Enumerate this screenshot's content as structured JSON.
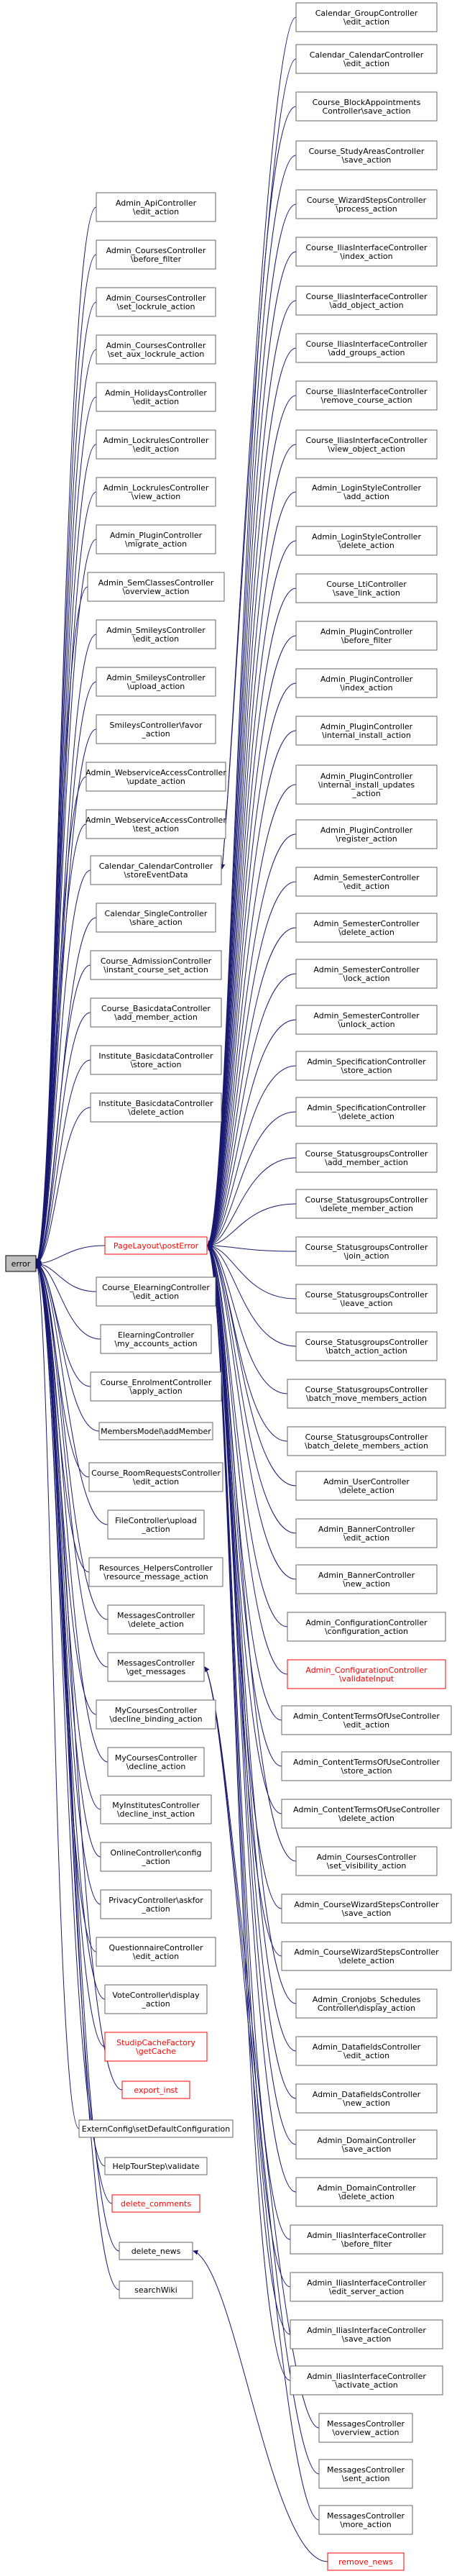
{
  "diagram": {
    "root": "error",
    "colors": {
      "edge": "#191970",
      "highlight": "#ff0000",
      "root_fill": "#bfbfbf"
    },
    "nodes": [
      {
        "id": "n1",
        "lines": [
          "Calendar_GroupController",
          "\\edit_action"
        ]
      },
      {
        "id": "n2",
        "lines": [
          "Calendar_CalendarController",
          "\\edit_action"
        ]
      },
      {
        "id": "n3",
        "lines": [
          "Course_BlockAppointments",
          "Controller\\save_action"
        ]
      },
      {
        "id": "n4",
        "lines": [
          "Course_StudyAreasController",
          "\\save_action"
        ]
      },
      {
        "id": "n5",
        "lines": [
          "Course_WizardStepsController",
          "\\process_action"
        ]
      },
      {
        "id": "n6",
        "lines": [
          "Course_IliasInterfaceController",
          "\\index_action"
        ]
      },
      {
        "id": "n7",
        "lines": [
          "Course_IliasInterfaceController",
          "\\add_object_action"
        ]
      },
      {
        "id": "n8",
        "lines": [
          "Course_IliasInterfaceController",
          "\\add_groups_action"
        ]
      },
      {
        "id": "n9",
        "lines": [
          "Course_IliasInterfaceController",
          "\\remove_course_action"
        ]
      },
      {
        "id": "n10",
        "lines": [
          "Course_IliasInterfaceController",
          "\\view_object_action"
        ]
      },
      {
        "id": "n11",
        "lines": [
          "Admin_LoginStyleController",
          "\\add_action"
        ]
      },
      {
        "id": "n12",
        "lines": [
          "Admin_LoginStyleController",
          "\\delete_action"
        ]
      },
      {
        "id": "n13",
        "lines": [
          "Course_LtiController",
          "\\save_link_action"
        ]
      },
      {
        "id": "n14",
        "lines": [
          "Admin_PluginController",
          "\\before_filter"
        ]
      },
      {
        "id": "n15",
        "lines": [
          "Admin_PluginController",
          "\\index_action"
        ]
      },
      {
        "id": "n16",
        "lines": [
          "Admin_PluginController",
          "\\internal_install_action"
        ]
      },
      {
        "id": "n17",
        "lines": [
          "Admin_PluginController",
          "\\internal_install_updates",
          "_action"
        ]
      },
      {
        "id": "n18",
        "lines": [
          "Admin_PluginController",
          "\\register_action"
        ]
      },
      {
        "id": "n19",
        "lines": [
          "Admin_SemesterController",
          "\\edit_action"
        ]
      },
      {
        "id": "n20",
        "lines": [
          "Admin_SemesterController",
          "\\delete_action"
        ]
      },
      {
        "id": "n21",
        "lines": [
          "Admin_SemesterController",
          "\\lock_action"
        ]
      },
      {
        "id": "n22",
        "lines": [
          "Admin_SemesterController",
          "\\unlock_action"
        ]
      },
      {
        "id": "n23",
        "lines": [
          "Admin_SpecificationController",
          "\\store_action"
        ]
      },
      {
        "id": "n24",
        "lines": [
          "Admin_SpecificationController",
          "\\delete_action"
        ]
      },
      {
        "id": "n25",
        "lines": [
          "Course_StatusgroupsController",
          "\\add_member_action"
        ]
      },
      {
        "id": "n26",
        "lines": [
          "Course_StatusgroupsController",
          "\\delete_member_action"
        ]
      },
      {
        "id": "n27",
        "lines": [
          "Course_StatusgroupsController",
          "\\join_action"
        ]
      },
      {
        "id": "n28",
        "lines": [
          "Course_StatusgroupsController",
          "\\leave_action"
        ]
      },
      {
        "id": "n29",
        "lines": [
          "Course_StatusgroupsController",
          "\\batch_action_action"
        ]
      },
      {
        "id": "n30",
        "lines": [
          "Course_StatusgroupsController",
          "\\batch_move_members_action"
        ]
      },
      {
        "id": "n31",
        "lines": [
          "Course_StatusgroupsController",
          "\\batch_delete_members_action"
        ]
      },
      {
        "id": "n32",
        "lines": [
          "Admin_UserController",
          "\\delete_action"
        ]
      },
      {
        "id": "n33",
        "lines": [
          "Admin_BannerController",
          "\\edit_action"
        ]
      },
      {
        "id": "n34",
        "lines": [
          "Admin_BannerController",
          "\\new_action"
        ]
      },
      {
        "id": "n35",
        "lines": [
          "Admin_ConfigurationController",
          "\\configuration_action"
        ]
      },
      {
        "id": "n36",
        "lines": [
          "Admin_ConfigurationController",
          "\\validateInput"
        ],
        "red": true
      },
      {
        "id": "n37",
        "lines": [
          "Admin_ContentTermsOfUseController",
          "\\edit_action"
        ]
      },
      {
        "id": "n38",
        "lines": [
          "Admin_ContentTermsOfUseController",
          "\\store_action"
        ]
      },
      {
        "id": "n39",
        "lines": [
          "Admin_ContentTermsOfUseController",
          "\\delete_action"
        ]
      },
      {
        "id": "n40",
        "lines": [
          "Admin_CoursesController",
          "\\set_visibility_action"
        ]
      },
      {
        "id": "n41",
        "lines": [
          "Admin_CourseWizardStepsController",
          "\\save_action"
        ]
      },
      {
        "id": "n42",
        "lines": [
          "Admin_CourseWizardStepsController",
          "\\delete_action"
        ]
      },
      {
        "id": "n43",
        "lines": [
          "Admin_Cronjobs_Schedules",
          "Controller\\display_action"
        ]
      },
      {
        "id": "n44",
        "lines": [
          "Admin_DatafieldsController",
          "\\edit_action"
        ]
      },
      {
        "id": "n45",
        "lines": [
          "Admin_DatafieldsController",
          "\\new_action"
        ]
      },
      {
        "id": "n46",
        "lines": [
          "Admin_DomainController",
          "\\save_action"
        ]
      },
      {
        "id": "n47",
        "lines": [
          "Admin_DomainController",
          "\\delete_action"
        ]
      },
      {
        "id": "n48",
        "lines": [
          "Admin_IliasInterfaceController",
          "\\before_filter"
        ]
      },
      {
        "id": "n49",
        "lines": [
          "Admin_IliasInterfaceController",
          "\\edit_server_action"
        ]
      },
      {
        "id": "n50",
        "lines": [
          "Admin_IliasInterfaceController",
          "\\save_action"
        ]
      },
      {
        "id": "n51",
        "lines": [
          "Admin_IliasInterfaceController",
          "\\activate_action"
        ]
      },
      {
        "id": "n52",
        "lines": [
          "MessagesController",
          "\\overview_action"
        ]
      },
      {
        "id": "n53",
        "lines": [
          "MessagesController",
          "\\sent_action"
        ]
      },
      {
        "id": "n54",
        "lines": [
          "MessagesController",
          "\\more_action"
        ]
      },
      {
        "id": "n55",
        "lines": [
          "remove_news"
        ],
        "red": true
      },
      {
        "id": "m1",
        "lines": [
          "Admin_ApiController",
          "\\edit_action"
        ]
      },
      {
        "id": "m2",
        "lines": [
          "Admin_CoursesController",
          "\\before_filter"
        ]
      },
      {
        "id": "m3",
        "lines": [
          "Admin_CoursesController",
          "\\set_lockrule_action"
        ]
      },
      {
        "id": "m4",
        "lines": [
          "Admin_CoursesController",
          "\\set_aux_lockrule_action"
        ]
      },
      {
        "id": "m5",
        "lines": [
          "Admin_HolidaysController",
          "\\edit_action"
        ]
      },
      {
        "id": "m6",
        "lines": [
          "Admin_LockrulesController",
          "\\edit_action"
        ]
      },
      {
        "id": "m7",
        "lines": [
          "Admin_LockrulesController",
          "\\view_action"
        ]
      },
      {
        "id": "m8",
        "lines": [
          "Admin_PluginController",
          "\\migrate_action"
        ]
      },
      {
        "id": "m9",
        "lines": [
          "Admin_SemClassesController",
          "\\overview_action"
        ]
      },
      {
        "id": "m10",
        "lines": [
          "Admin_SmileysController",
          "\\edit_action"
        ]
      },
      {
        "id": "m11",
        "lines": [
          "Admin_SmileysController",
          "\\upload_action"
        ]
      },
      {
        "id": "m12",
        "lines": [
          "SmileysController\\favor",
          "_action"
        ]
      },
      {
        "id": "m13",
        "lines": [
          "Admin_WebserviceAccessController",
          "\\update_action"
        ]
      },
      {
        "id": "m14",
        "lines": [
          "Admin_WebserviceAccessController",
          "\\test_action"
        ]
      },
      {
        "id": "m15",
        "lines": [
          "Calendar_CalendarController",
          "\\storeEventData"
        ]
      },
      {
        "id": "m16",
        "lines": [
          "Calendar_SingleController",
          "\\share_action"
        ]
      },
      {
        "id": "m17",
        "lines": [
          "Course_AdmissionController",
          "\\instant_course_set_action"
        ]
      },
      {
        "id": "m18",
        "lines": [
          "Course_BasicdataController",
          "\\add_member_action"
        ]
      },
      {
        "id": "m19",
        "lines": [
          "Institute_BasicdataController",
          "\\store_action"
        ]
      },
      {
        "id": "m20",
        "lines": [
          "Institute_BasicdataController",
          "\\delete_action"
        ]
      },
      {
        "id": "m21",
        "lines": [
          "PageLayout\\postError"
        ],
        "red": true
      },
      {
        "id": "m22",
        "lines": [
          "Course_ElearningController",
          "\\edit_action"
        ]
      },
      {
        "id": "m23",
        "lines": [
          "ElearningController",
          "\\my_accounts_action"
        ]
      },
      {
        "id": "m24",
        "lines": [
          "Course_EnrolmentController",
          "\\apply_action"
        ]
      },
      {
        "id": "m25",
        "lines": [
          "MembersModel\\addMember"
        ]
      },
      {
        "id": "m26",
        "lines": [
          "Course_RoomRequestsController",
          "\\edit_action"
        ]
      },
      {
        "id": "m27",
        "lines": [
          "FileController\\upload",
          "_action"
        ]
      },
      {
        "id": "m28",
        "lines": [
          "Resources_HelpersController",
          "\\resource_message_action"
        ]
      },
      {
        "id": "m29",
        "lines": [
          "MessagesController",
          "\\delete_action"
        ]
      },
      {
        "id": "m30",
        "lines": [
          "MessagesController",
          "\\get_messages"
        ]
      },
      {
        "id": "m31",
        "lines": [
          "MyCoursesController",
          "\\decline_binding_action"
        ]
      },
      {
        "id": "m32",
        "lines": [
          "MyCoursesController",
          "\\decline_action"
        ]
      },
      {
        "id": "m33",
        "lines": [
          "MyInstitutesController",
          "\\decline_inst_action"
        ]
      },
      {
        "id": "m34",
        "lines": [
          "OnlineController\\config",
          "_action"
        ]
      },
      {
        "id": "m35",
        "lines": [
          "PrivacyController\\askfor",
          "_action"
        ]
      },
      {
        "id": "m36",
        "lines": [
          "QuestionnaireController",
          "\\edit_action"
        ]
      },
      {
        "id": "m37",
        "lines": [
          "VoteController\\display",
          "_action"
        ]
      },
      {
        "id": "m38",
        "lines": [
          "StudipCacheFactory",
          "\\getCache"
        ],
        "red": true
      },
      {
        "id": "m39",
        "lines": [
          "export_inst"
        ],
        "red": true
      },
      {
        "id": "m40",
        "lines": [
          "ExternConfig\\setDefaultConfiguration"
        ]
      },
      {
        "id": "m41",
        "lines": [
          "HelpTourStep\\validate"
        ]
      },
      {
        "id": "m42",
        "lines": [
          "delete_comments"
        ],
        "red": true
      },
      {
        "id": "m43",
        "lines": [
          "delete_news"
        ]
      },
      {
        "id": "m44",
        "lines": [
          "searchWiki"
        ]
      }
    ]
  }
}
